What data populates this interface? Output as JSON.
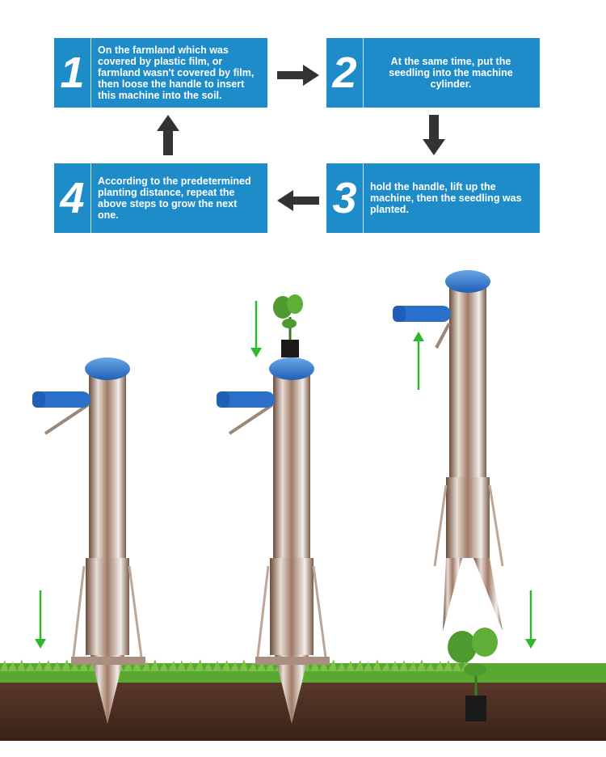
{
  "steps": [
    {
      "number": "1",
      "text": "On the farmland which was covered by plastic film, or farmland wasn't covered by film, then loose the handle to insert this machine into the soil."
    },
    {
      "number": "2",
      "text": "At the same time, put the seedling into the machine cylinder."
    },
    {
      "number": "3",
      "text": "hold the handle, lift up the machine, then the seedling was planted."
    },
    {
      "number": "4",
      "text": "According to the predetermined planting distance, repeat the above steps to grow the next one."
    }
  ],
  "colors": {
    "step_box": "#1e8cc8",
    "flow_arrow": "#333333",
    "motion_arrow": "#2eb82e",
    "handle_blue": "#2a6fc9",
    "soil": "#4a2e22",
    "grass": "#5aa832"
  },
  "icons": {
    "flow_arrows": [
      "arrow-right-icon",
      "arrow-down-icon",
      "arrow-left-icon",
      "arrow-up-icon"
    ],
    "motion_arrows": [
      "green-arrow-down-icon",
      "green-arrow-up-icon"
    ]
  }
}
